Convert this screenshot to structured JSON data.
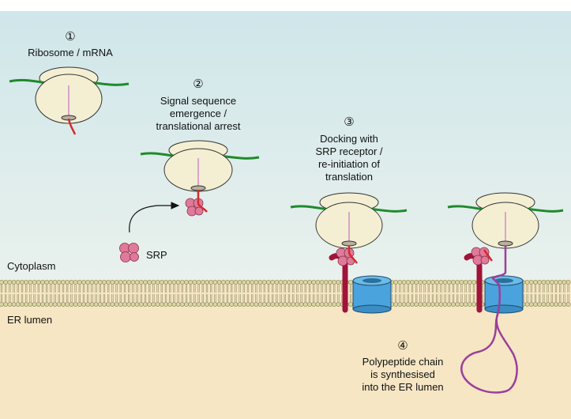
{
  "colors": {
    "cytoplasm_top": "#cfe6ea",
    "cytoplasm_bottom": "#e9f1ed",
    "lumen": "#f6e6c4",
    "membrane_head": "#d9d7a3",
    "ribosome": "#f4efd3",
    "mrna": "#1f8a2c",
    "signal": "#d32b2b",
    "srp": "#e07a99",
    "receptor": "#a0133a",
    "translocon": "#4aa3dc",
    "polypeptide": "#9b3f9b"
  },
  "steps": [
    {
      "number": "①",
      "label_lines": [
        "Ribosome / mRNA"
      ]
    },
    {
      "number": "②",
      "label_lines": [
        "Signal sequence",
        "emergence /",
        "translational arrest"
      ]
    },
    {
      "number": "③",
      "label_lines": [
        "Docking with",
        "SRP receptor /",
        "re-initiation of",
        "translation"
      ]
    },
    {
      "number": "④",
      "label_lines": [
        "Polypeptide chain",
        "is synthesised",
        "into the ER lumen"
      ]
    }
  ],
  "labels": {
    "srp": "SRP",
    "cytoplasm": "Cytoplasm",
    "er_lumen": "ER lumen"
  }
}
